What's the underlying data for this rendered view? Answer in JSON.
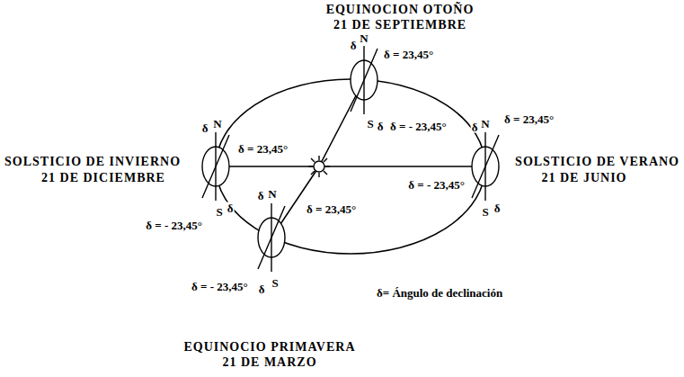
{
  "diagram": {
    "labels": [
      "EQUINOCION OTOÑO",
      "21 DE SEPTIEMBRE",
      "N",
      "δ",
      "δ = 23,45°",
      "S",
      "δ",
      "δ = - 23,45°",
      "SOLSTICIO DE INVIERNO",
      "21 DE DICIEMBRE",
      "N",
      "δ",
      "δ = 23,45°",
      "S",
      "δ",
      "δ = - 23,45°",
      "SOLSTICIO DE VERANO",
      "21 DE JUNIO",
      "N",
      "δ",
      "δ = 23,45°",
      "δ = - 23,45°",
      "S",
      "δ",
      "δ",
      "N",
      "δ = 23,45°",
      "δ = - 23,45°",
      "δ",
      "S",
      "EQUINOCIO PRIMAVERA",
      "21 DE MARZO",
      "δ= Ángulo de declinación"
    ]
  }
}
